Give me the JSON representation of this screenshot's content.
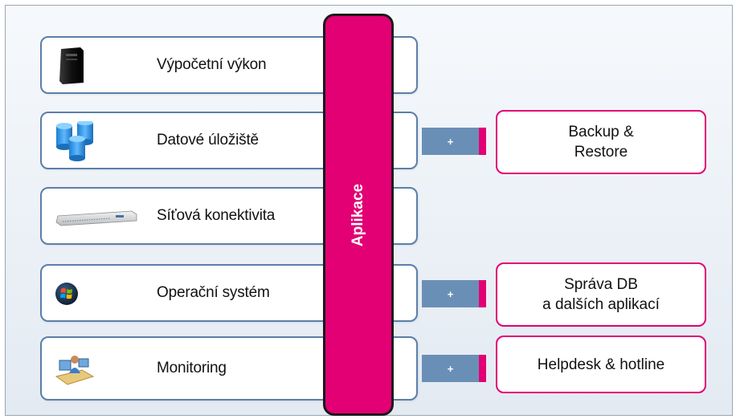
{
  "rows": [
    {
      "label": "Výpočetní výkon",
      "icon": "server-tower-icon"
    },
    {
      "label": "Datové úložiště",
      "icon": "database-cylinders-icon"
    },
    {
      "label": "Síťová konektivita",
      "icon": "rack-server-icon"
    },
    {
      "label": "Operační systém",
      "icon": "windows-logo-icon"
    },
    {
      "label": "Monitoring",
      "icon": "operator-desk-icon"
    }
  ],
  "app_bar": {
    "label": "Aplikace"
  },
  "connectors": [
    {
      "symbol": "+"
    },
    {
      "symbol": "+"
    },
    {
      "symbol": "+"
    }
  ],
  "services": [
    {
      "line1": "Backup &",
      "line2": "Restore"
    },
    {
      "line1": "Správa DB",
      "line2": "a dalších aplikací"
    },
    {
      "line1": "Helpdesk & hotline",
      "line2": ""
    }
  ],
  "colors": {
    "accent_magenta": "#e20074",
    "row_border_blue": "#5b7fa8",
    "connector_blue": "#6a8fb6"
  }
}
